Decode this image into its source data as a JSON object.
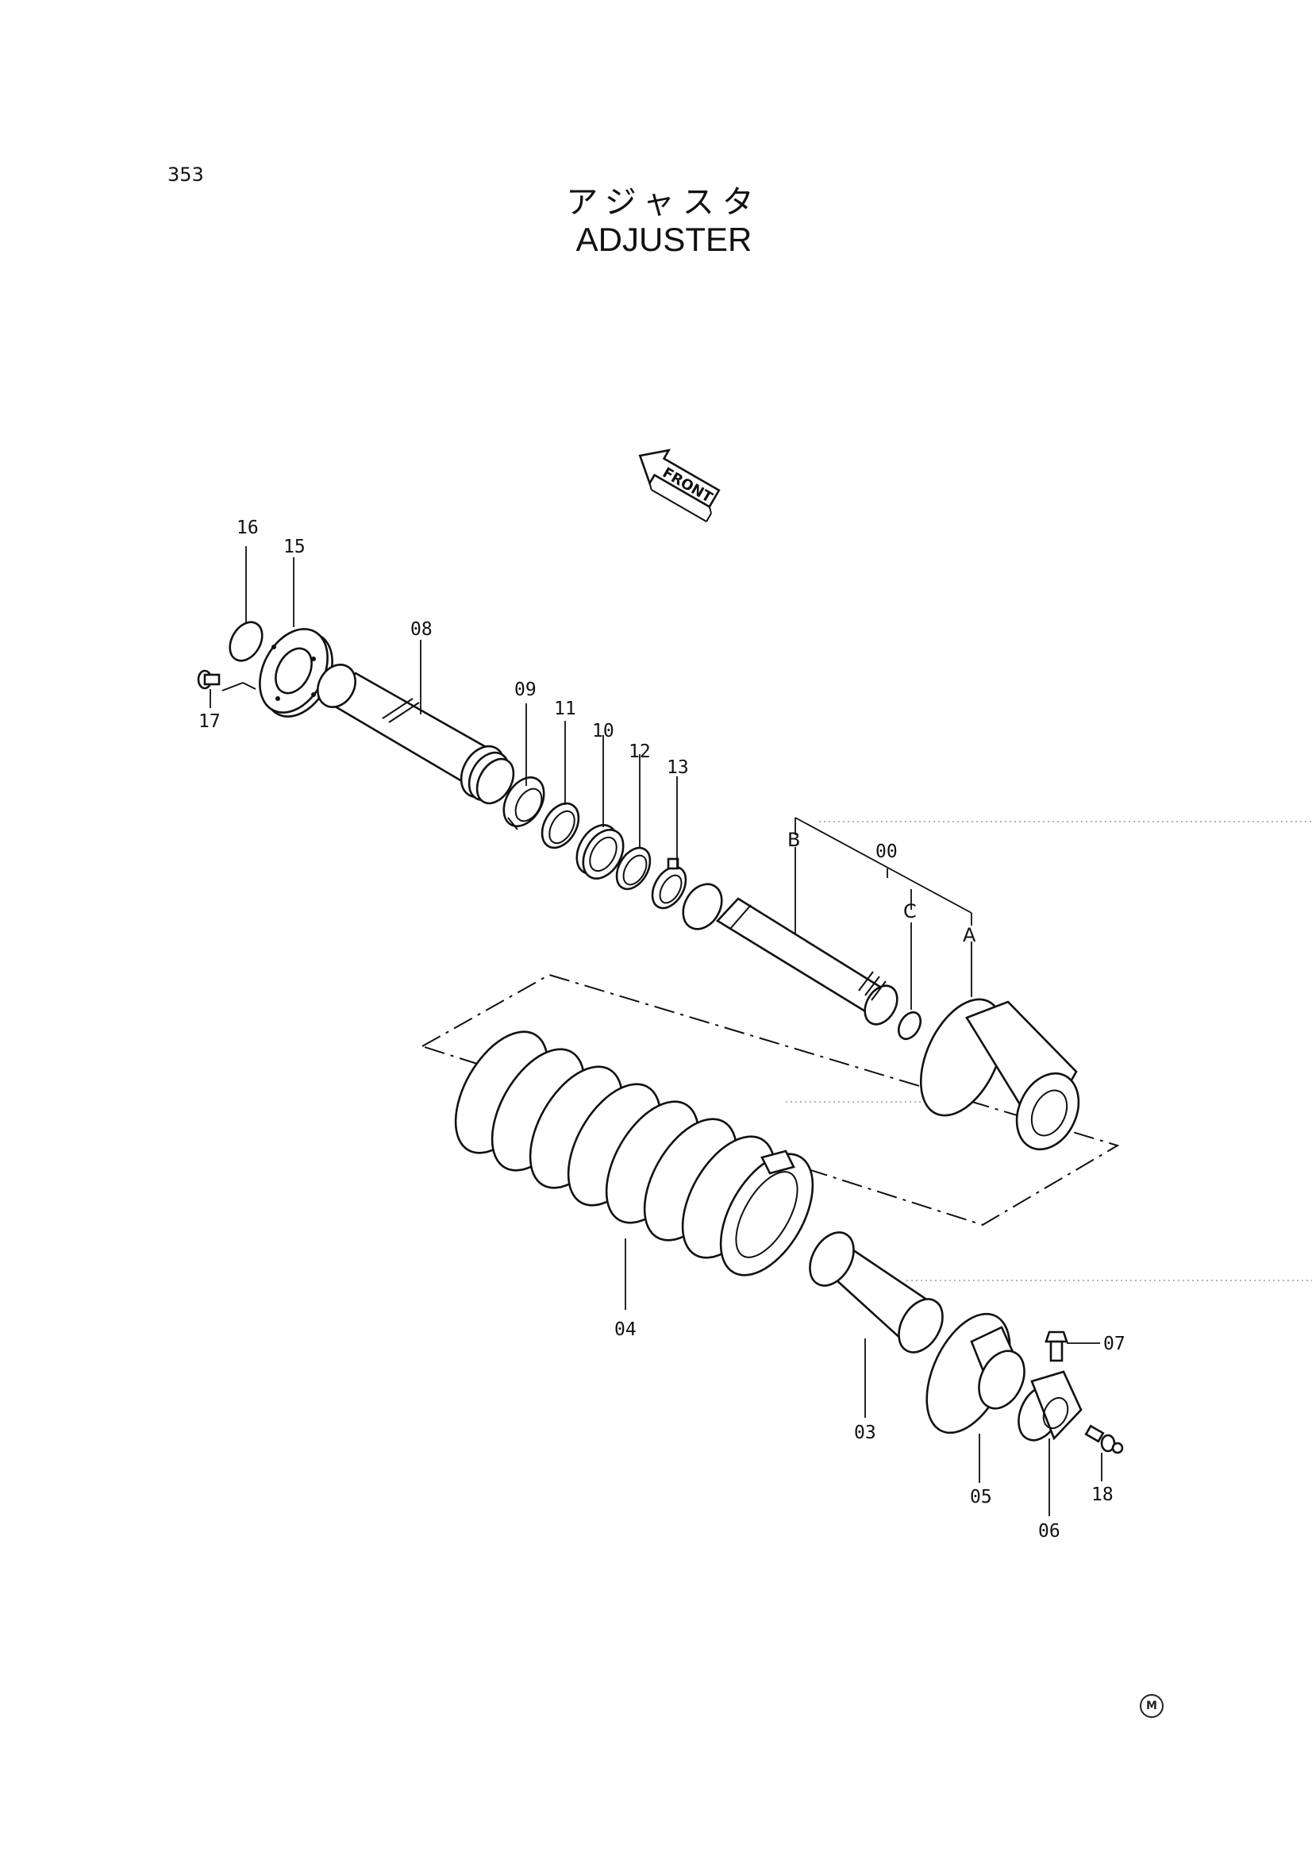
{
  "page_number": "353",
  "title_jp": "アジャスタ",
  "title_en": "ADJUSTER",
  "front_label": "FRONT",
  "footer_mark": "M",
  "labels": {
    "p00": "00",
    "pA": "A",
    "pB": "B",
    "pC": "C",
    "p03": "03",
    "p04": "04",
    "p05": "05",
    "p06": "06",
    "p07": "07",
    "p08": "08",
    "p09": "09",
    "p10": "10",
    "p11": "11",
    "p12": "12",
    "p13": "13",
    "p15": "15",
    "p16": "16",
    "p17": "17",
    "p18": "18"
  }
}
